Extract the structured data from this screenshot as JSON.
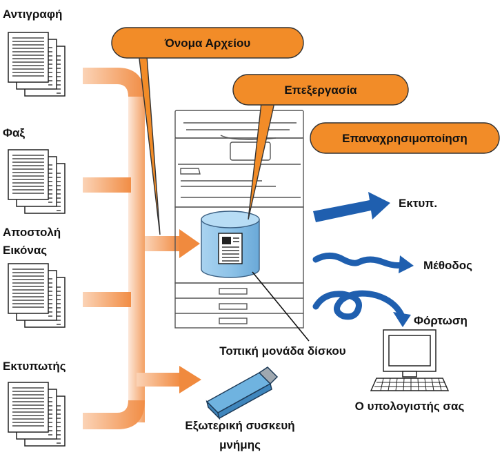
{
  "sources": [
    {
      "label": "Αντιγραφή"
    },
    {
      "label": "Φαξ"
    },
    {
      "label": "Αποστολή",
      "label2": "Εικόνας"
    },
    {
      "label": "Εκτυπωτής"
    }
  ],
  "callouts": {
    "file_name": "Όνομα Αρχείου",
    "process": "Επεξεργασία",
    "reuse": "Επαναχρησιμοποίηση"
  },
  "outputs": {
    "print": "Εκτυπ.",
    "method": "Μέθοδος",
    "download": "Φόρτωση"
  },
  "labels": {
    "local_drive": "Τοπική μονάδα δίσκου",
    "external_memory_line1": "Εξωτερική συσκευή",
    "external_memory_line2": "μνήμης",
    "your_computer": "Ο υπολογιστής σας"
  },
  "colors": {
    "orange": "#F28C28",
    "callout_border": "#3a3a3a",
    "blue_arrow": "#1F5FAF",
    "disk_blue": "#8EC3E8",
    "usb_blue": "#6FB3E0",
    "flow_light": "#FCE1CF",
    "flow_dark": "#F4A36A"
  }
}
